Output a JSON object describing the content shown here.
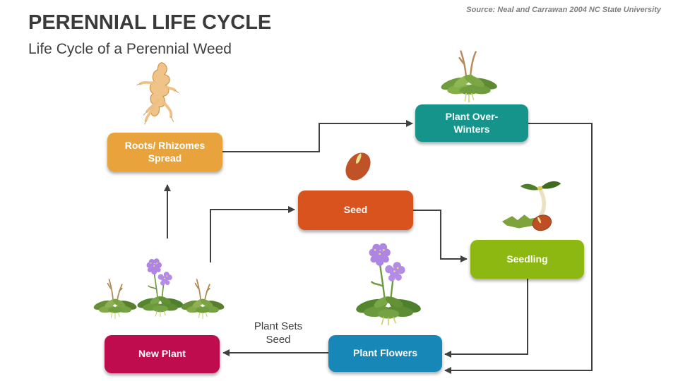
{
  "header": {
    "title": "PERENNIAL LIFE CYCLE",
    "subtitle": "Life Cycle of a Perennial Weed",
    "source": "Source: Neal and Carrawan 2004 NC State University"
  },
  "diagram": {
    "arrow_color": "#404040",
    "nodes": [
      {
        "id": "roots-rhizomes",
        "label": "Roots/ Rhizomes\nSpread",
        "color": "#E9A33C"
      },
      {
        "id": "plant-overwinters",
        "label": "Plant Over-\nWinters",
        "color": "#14948B"
      },
      {
        "id": "seed",
        "label": "Seed",
        "color": "#D8531E"
      },
      {
        "id": "seedling",
        "label": "Seedling",
        "color": "#8CB811"
      },
      {
        "id": "plant-flowers",
        "label": "Plant Flowers",
        "color": "#1787B8"
      },
      {
        "id": "new-plant",
        "label": "New Plant",
        "color": "#BE0C4E"
      }
    ],
    "edge_label": "Plant Sets\nSeed",
    "edges": [
      {
        "from": "roots-rhizomes",
        "to": "plant-overwinters"
      },
      {
        "from": "plant-overwinters",
        "to": "plant-flowers"
      },
      {
        "from": "new-plant",
        "to": "seed"
      },
      {
        "from": "seed",
        "to": "seedling"
      },
      {
        "from": "seedling",
        "to": "plant-flowers"
      },
      {
        "from": "plant-flowers",
        "to": "new-plant",
        "label": "Plant Sets\nSeed"
      },
      {
        "from": "new-plant",
        "to": "roots-rhizomes"
      }
    ],
    "illustrations": [
      "perennial-root",
      "overwintering-rosette",
      "seed",
      "seedling-sprout",
      "flowering-plant",
      "rosette-plant",
      "flowering-plant",
      "rosette-plant"
    ]
  }
}
